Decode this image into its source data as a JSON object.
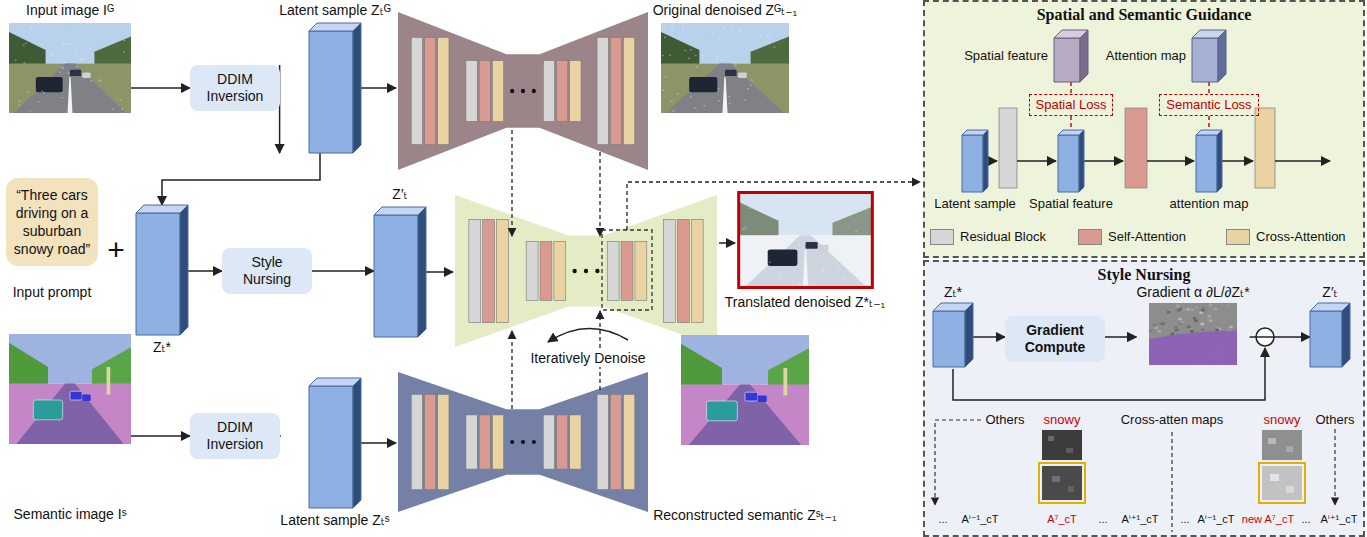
{
  "diagram": {
    "nodes": [
      {
        "text": [
          "Input image Iᴳ"
        ]
      },
      {
        "text": [
          "DDIM Inversion"
        ]
      },
      {
        "text": [
          "Latent sample Zₜᴳ"
        ]
      },
      {
        "text": [
          "Original denoised Zᴳₜ₋₁"
        ]
      },
      {
        "text": [
          "“Three cars driving on a suburban snowy road”",
          "Input prompt"
        ]
      },
      {
        "text": [
          "Zₜ*"
        ]
      },
      {
        "text": [
          "Style Nursing"
        ]
      },
      {
        "text": [
          "Z′ₜ"
        ]
      },
      {
        "text": [
          "Translated denoised Z*ₜ₋₁"
        ]
      },
      {
        "text": [
          "Semantic image Iˢ"
        ]
      },
      {
        "text": [
          "DDIM Inversion"
        ]
      },
      {
        "text": [
          "Latent sample Zₜˢ"
        ]
      },
      {
        "text": [
          "Reconstructed semantic Zˢₜ₋₁"
        ]
      },
      {
        "text": [
          "Spatial and Semantic Guidance"
        ]
      },
      {
        "text": [
          "Spatial feature"
        ],
        "in": 13
      },
      {
        "text": [
          "Attention map"
        ],
        "in": 13
      },
      {
        "text": [
          "Spatial Loss"
        ],
        "in": 13
      },
      {
        "text": [
          "Semantic Loss"
        ],
        "in": 13
      },
      {
        "text": [
          "Latent sample"
        ],
        "in": 13
      },
      {
        "text": [
          "Spatial feature"
        ],
        "in": 13
      },
      {
        "text": [
          "attention map"
        ],
        "in": 13
      },
      {
        "text": [
          "Style Nursing"
        ]
      },
      {
        "text": [
          "Zₜ*"
        ],
        "in": 21
      },
      {
        "text": [
          "Gradient Compute"
        ],
        "in": 21
      },
      {
        "text": [
          "Gradient α ∂L/∂Zₜ*"
        ],
        "in": 21
      },
      {
        "text": [
          "Z′ₜ"
        ],
        "in": 21
      }
    ],
    "edges": [
      {
        "from": 0,
        "to": 1,
        "arrow": "to"
      },
      {
        "from": 1,
        "to": 2,
        "arrow": "to"
      },
      {
        "from": 2,
        "to": 5,
        "arrow": "to"
      },
      {
        "from": 5,
        "to": 6,
        "arrow": "to"
      },
      {
        "from": 6,
        "to": 7,
        "arrow": "to"
      },
      {
        "from": 9,
        "to": 10,
        "arrow": "to"
      },
      {
        "from": 10,
        "to": 11,
        "arrow": "to"
      },
      {
        "from": 14,
        "to": 16,
        "arrow": "none"
      },
      {
        "from": 16,
        "to": 19,
        "arrow": "none"
      },
      {
        "from": 15,
        "to": 17,
        "arrow": "none"
      },
      {
        "from": 17,
        "to": 20,
        "arrow": "none"
      },
      {
        "from": 22,
        "to": 23,
        "arrow": "to"
      },
      {
        "from": 23,
        "to": 24,
        "arrow": "to"
      },
      {
        "from": 24,
        "to": 25,
        "arrow": "to"
      }
    ],
    "labels": [
      "+",
      "Iteratively Denoise",
      "Others",
      "snowy",
      "Cross-atten maps",
      "snowy",
      "Others",
      "...",
      "Aⁱ⁻¹_cT",
      "A⁷_cT",
      "...",
      "Aⁱ⁺¹_cT",
      "...",
      "Aⁱ⁻¹_cT",
      "new A⁷_cT",
      "...",
      "Aⁱ⁺¹_cT"
    ],
    "legend": [
      {
        "text": "Residual Block",
        "color": "#d6d6d6"
      },
      {
        "text": "Self-Attention",
        "color": "#d99b91"
      },
      {
        "text": "Cross-Attention",
        "color": "#ead3a3"
      }
    ]
  }
}
